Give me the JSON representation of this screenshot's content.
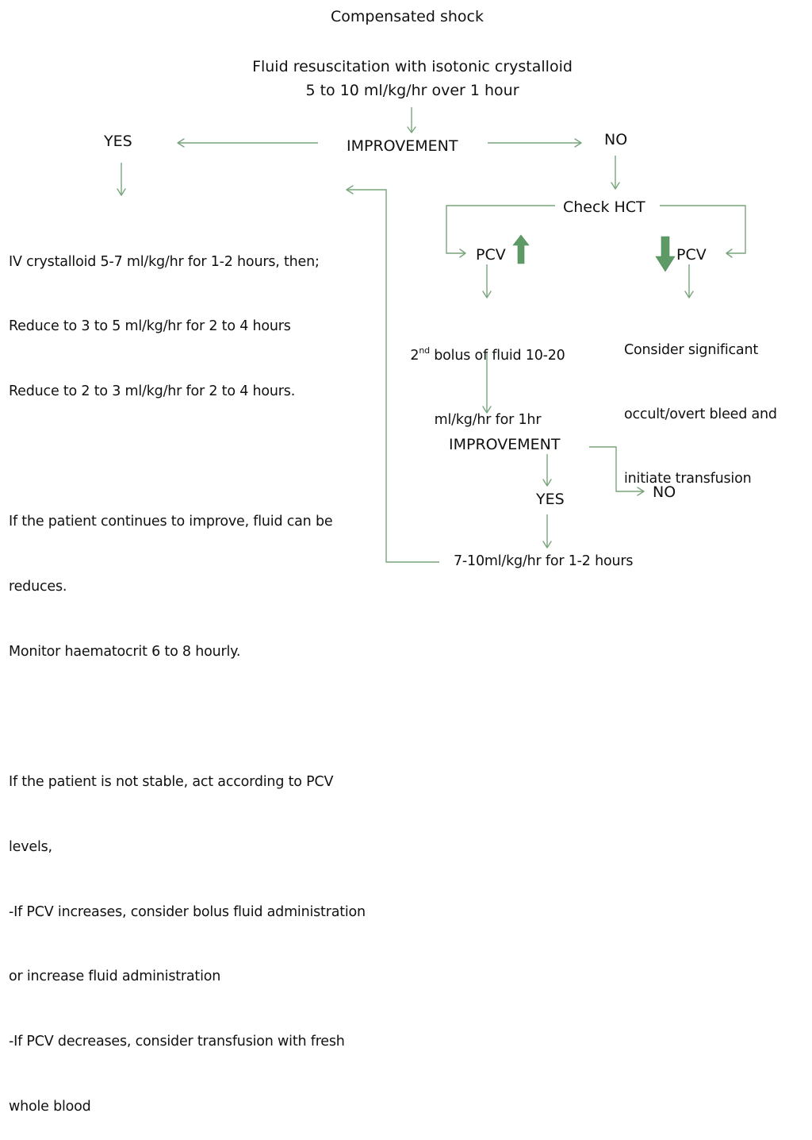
{
  "title": "Compensated shock",
  "initial_step": {
    "line1": "Fluid resuscitation with isotonic crystalloid",
    "line2": "5 to 10 ml/kg/hr over 1 hour"
  },
  "decision1": "IMPROVEMENT",
  "yes1": "YES",
  "no1": "NO",
  "yes_branch_text": {
    "lines": [
      "IV crystalloid 5-7 ml/kg/hr for 1-2 hours, then;",
      "Reduce to 3 to 5 ml/kg/hr for 2 to 4 hours",
      "Reduce to 2 to 3 ml/kg/hr for 2 to 4 hours.",
      "",
      "If the patient continues to improve, fluid can be",
      "reduces.",
      "Monitor haematocrit 6 to 8 hourly.",
      "",
      "If the patient is not stable, act according to PCV",
      "levels,",
      "-If PCV increases, consider bolus fluid administration",
      "or increase fluid administration",
      "-If PCV decreases, consider transfusion with fresh",
      "whole blood"
    ]
  },
  "check_hct": "Check HCT",
  "pcv_up": {
    "label": "PCV",
    "icon": "arrow-up-icon",
    "action_superscript_number": "2",
    "action_superscript": "nd",
    "action_line1_rest": " bolus of fluid 10-20",
    "action_line2": "ml/kg/hr for 1hr"
  },
  "pcv_down": {
    "label": "PCV",
    "icon": "arrow-down-icon",
    "action_lines": [
      "Consider significant",
      "occult/overt bleed and",
      "initiate transfusion"
    ]
  },
  "decision2": "IMPROVEMENT",
  "yes2": "YES",
  "no2": "NO",
  "final_step": "7-10ml/kg/hr for 1-2 hours",
  "colors": {
    "connector": "#78a47c",
    "fat_arrow": "#5e9a66",
    "text": "#111111",
    "background": "#ffffff"
  }
}
